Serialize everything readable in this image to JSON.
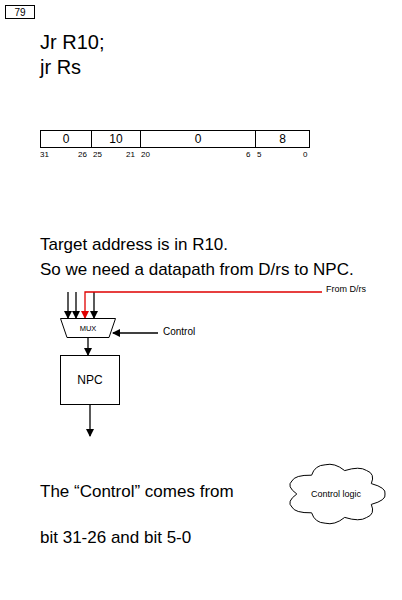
{
  "diagram": {
    "nodes": [
      {
        "text": [
          "79"
        ]
      },
      {
        "text": [
          "0"
        ]
      },
      {
        "text": [
          "10"
        ]
      },
      {
        "text": [
          "0"
        ]
      },
      {
        "text": [
          "8"
        ]
      },
      {
        "text": [
          "MUX"
        ]
      },
      {
        "text": [
          "NPC"
        ]
      },
      {
        "text": [
          "Control logic"
        ]
      }
    ],
    "edges": [
      {
        "from": 5,
        "to": 6,
        "arrow": "to"
      }
    ],
    "labels": [
      "Jr R10;",
      "jr Rs",
      "31",
      "26",
      "25",
      "21",
      "20",
      "6",
      "5",
      "0",
      "Target address is in R10.",
      "So we need a datapath from D/rs to NPC.",
      "From D/rs",
      "Control",
      "The “Control” comes from",
      "bit 31-26 and bit 5-0"
    ]
  }
}
